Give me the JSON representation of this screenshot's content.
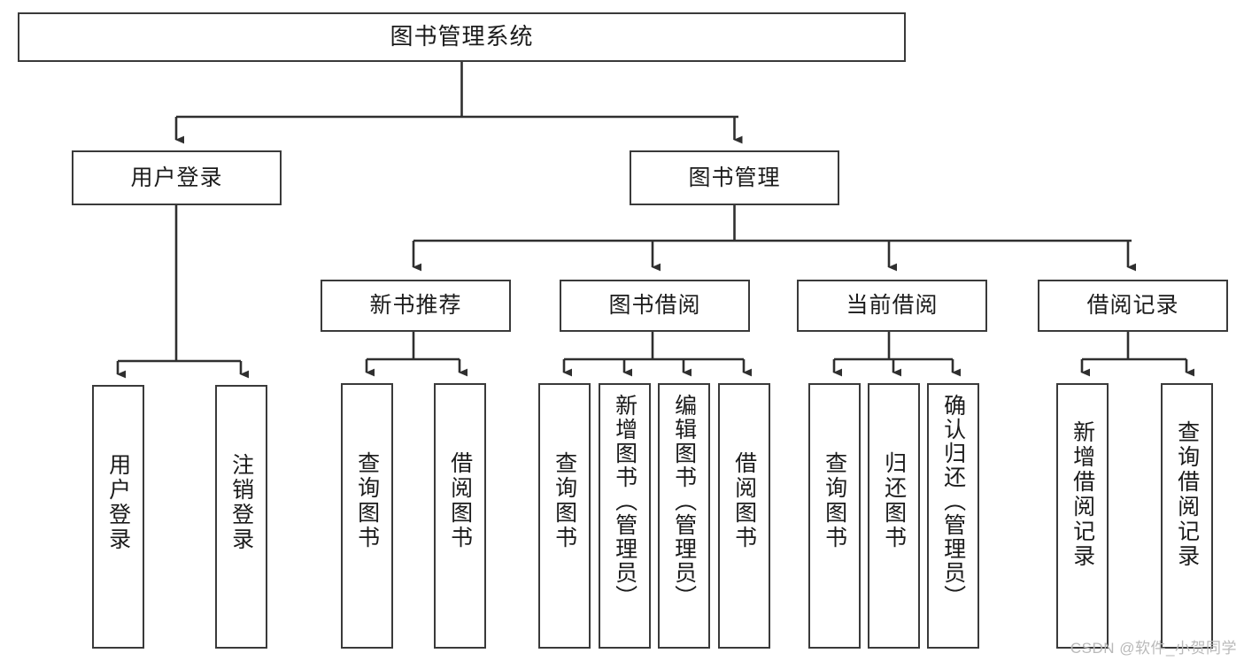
{
  "diagram": {
    "title": "图书管理系统",
    "type": "hierarchy-tree",
    "style": {
      "box_border_color": "#3a3a3a",
      "box_fill_color": "#ffffff",
      "edge_color": "#2f2f2f",
      "background_color": "#ffffff",
      "text_color": "#1b1b1b"
    },
    "levels": [
      {
        "level": 1,
        "nodes": [
          {
            "id": "root",
            "label": "图书管理系统",
            "orientation": "horizontal"
          }
        ]
      },
      {
        "level": 2,
        "nodes": [
          {
            "id": "user-login",
            "label": "用户登录",
            "orientation": "horizontal",
            "parent": "root"
          },
          {
            "id": "book-manage",
            "label": "图书管理",
            "orientation": "horizontal",
            "parent": "root"
          }
        ]
      },
      {
        "level": 3,
        "nodes": [
          {
            "id": "new-book-rec",
            "label": "新书推荐",
            "orientation": "horizontal",
            "parent": "book-manage"
          },
          {
            "id": "book-borrow",
            "label": "图书借阅",
            "orientation": "horizontal",
            "parent": "book-manage"
          },
          {
            "id": "current-borrow",
            "label": "当前借阅",
            "orientation": "horizontal",
            "parent": "book-manage"
          },
          {
            "id": "borrow-record",
            "label": "借阅记录",
            "orientation": "horizontal",
            "parent": "book-manage"
          }
        ]
      },
      {
        "level": 4,
        "nodes": [
          {
            "id": "leaf-user-login",
            "label": "用户登录",
            "orientation": "vertical",
            "parent": "user-login"
          },
          {
            "id": "leaf-logout",
            "label": "注销登录",
            "orientation": "vertical",
            "parent": "user-login"
          },
          {
            "id": "leaf-query-book-1",
            "label": "查询图书",
            "orientation": "vertical",
            "parent": "new-book-rec"
          },
          {
            "id": "leaf-borrow-book-1",
            "label": "借阅图书",
            "orientation": "vertical",
            "parent": "new-book-rec"
          },
          {
            "id": "leaf-query-book-2",
            "label": "查询图书",
            "orientation": "vertical",
            "parent": "book-borrow"
          },
          {
            "id": "leaf-add-book",
            "label": "新增图书（管理员）",
            "orientation": "vertical",
            "parent": "book-borrow"
          },
          {
            "id": "leaf-edit-book",
            "label": "编辑图书（管理员）",
            "orientation": "vertical",
            "parent": "book-borrow"
          },
          {
            "id": "leaf-borrow-book-2",
            "label": "借阅图书",
            "orientation": "vertical",
            "parent": "book-borrow"
          },
          {
            "id": "leaf-query-book-3",
            "label": "查询图书",
            "orientation": "vertical",
            "parent": "current-borrow"
          },
          {
            "id": "leaf-return-book",
            "label": "归还图书",
            "orientation": "vertical",
            "parent": "current-borrow"
          },
          {
            "id": "leaf-confirm-return",
            "label": "确认归还（管理员）",
            "orientation": "vertical",
            "parent": "current-borrow"
          },
          {
            "id": "leaf-add-record",
            "label": "新增借阅记录",
            "orientation": "vertical",
            "parent": "borrow-record"
          },
          {
            "id": "leaf-query-record",
            "label": "查询借阅记录",
            "orientation": "vertical",
            "parent": "borrow-record"
          }
        ]
      }
    ]
  },
  "watermark": {
    "text": "CSDN @软件_小贺同学"
  }
}
